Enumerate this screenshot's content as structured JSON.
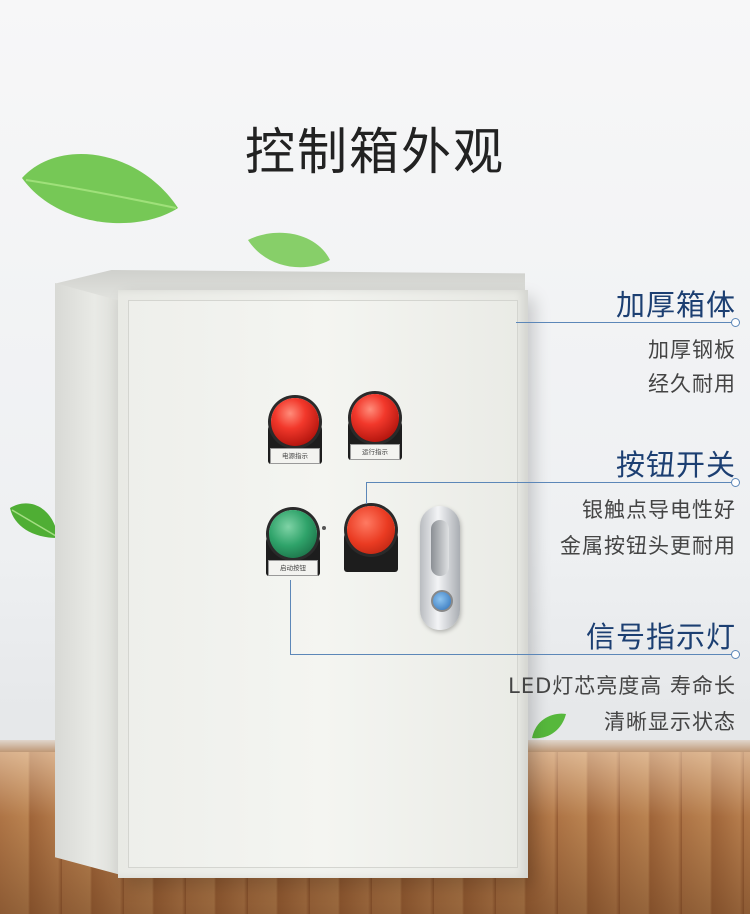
{
  "title": "控制箱外观",
  "cabinet": {
    "labels": {
      "power_indicator": "电源指示",
      "run_indicator": "运行指示",
      "start_button": "启动按钮"
    }
  },
  "callouts": [
    {
      "title": "加厚箱体",
      "lines": [
        "加厚钢板",
        "经久耐用"
      ]
    },
    {
      "title": "按钮开关",
      "lines": [
        "银触点导电性好",
        "金属按钮头更耐用"
      ]
    },
    {
      "title": "信号指示灯",
      "lines": [
        "LED灯芯亮度高 寿命长",
        "清晰显示状态"
      ]
    }
  ],
  "colors": {
    "callout_title": "#1c3f72",
    "leader": "#5c87b8",
    "lamp_red": "#f2382b",
    "button_green": "#2fa36a"
  }
}
